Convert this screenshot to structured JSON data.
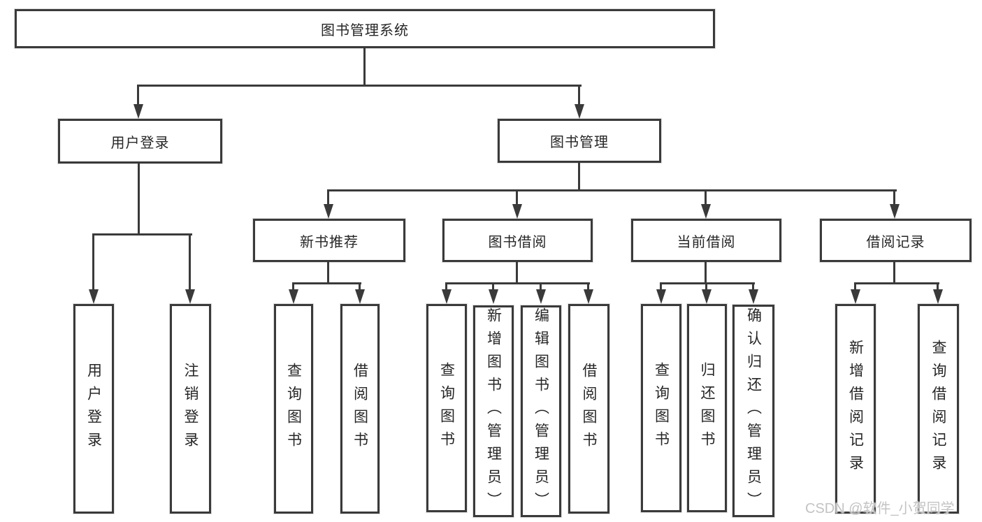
{
  "diagram": {
    "type": "function-structure-tree",
    "colors": {
      "line": "#3a3a3a",
      "text": "#262626",
      "background": "#ffffff",
      "watermark": "#c0c0c0"
    },
    "nodes": {
      "root": {
        "label": "图书管理系统"
      },
      "user_login": {
        "label": "用户登录"
      },
      "book_management": {
        "label": "图书管理"
      },
      "new_book_recommend": {
        "label": "新书推荐"
      },
      "book_borrowing": {
        "label": "图书借阅"
      },
      "current_borrowing": {
        "label": "当前借阅"
      },
      "borrowing_records": {
        "label": "借阅记录"
      },
      "leaf_user_login": {
        "label": "用户登录"
      },
      "leaf_logout": {
        "label": "注销登录"
      },
      "leaf_query_books_1": {
        "label": "查询图书"
      },
      "leaf_borrow_books_1": {
        "label": "借阅图书"
      },
      "leaf_query_books_2": {
        "label": "查询图书"
      },
      "leaf_add_book_admin": {
        "label": "新增图书（管理员）"
      },
      "leaf_edit_book_admin": {
        "label": "编辑图书（管理员）"
      },
      "leaf_borrow_books_2": {
        "label": "借阅图书"
      },
      "leaf_query_books_3": {
        "label": "查询图书"
      },
      "leaf_return_books": {
        "label": "归还图书"
      },
      "leaf_confirm_return_admin": {
        "label": "确认归还（管理员）"
      },
      "leaf_add_borrow_record": {
        "label": "新增借阅记录"
      },
      "leaf_query_borrow_record": {
        "label": "查询借阅记录"
      }
    },
    "structure": {
      "图书管理系统": {
        "用户登录": [
          "用户登录",
          "注销登录"
        ],
        "图书管理": {
          "新书推荐": [
            "查询图书",
            "借阅图书"
          ],
          "图书借阅": [
            "查询图书",
            "新增图书（管理员）",
            "编辑图书（管理员）",
            "借阅图书"
          ],
          "当前借阅": [
            "查询图书",
            "归还图书",
            "确认归还（管理员）"
          ],
          "借阅记录": [
            "新增借阅记录",
            "查询借阅记录"
          ]
        }
      }
    }
  },
  "watermark": {
    "text": "CSDN @软件_小贺同学"
  }
}
